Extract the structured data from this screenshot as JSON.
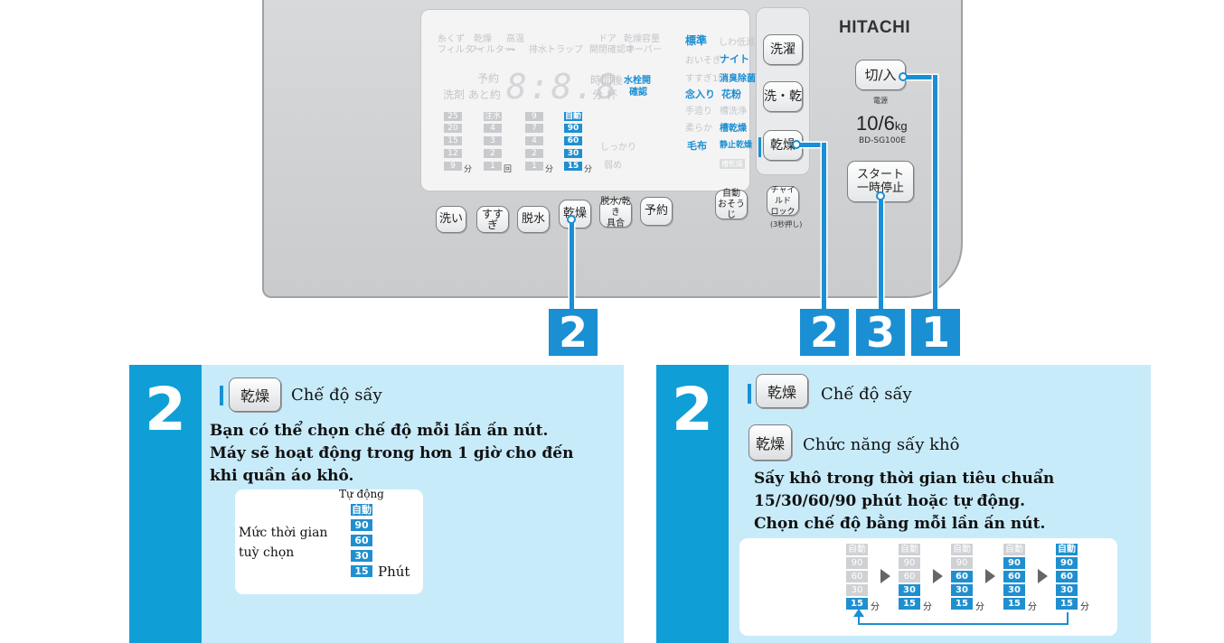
{
  "panel": {
    "brand": "HITACHI",
    "power": {
      "label": "切/入",
      "sub": "電源"
    },
    "capacity": "10/6",
    "capacity_unit": "kg",
    "model": "BD-SG100E",
    "start": {
      "line1": "スタート",
      "line2": "一時停止"
    },
    "course_buttons": [
      "洗濯",
      "洗・乾",
      "乾燥"
    ],
    "bottom_buttons": [
      "洗い",
      "すすぎ",
      "脱水",
      "乾燥",
      "予約"
    ],
    "button_detangle": {
      "line1": "脱水/乾き",
      "line2": "具合"
    },
    "button_autoclean": {
      "line1": "自動",
      "line2": "おそうじ"
    },
    "button_childlock": {
      "line1": "チャイルド",
      "line2": "ロック",
      "note": "(3秒押し)"
    },
    "display": {
      "top_labels": [
        "糸くず",
        "乾燥",
        "高温",
        "ドア",
        "乾燥容量"
      ],
      "top_labels2": [
        "フィルター",
        "フィルター",
        "排水トラップ",
        "開閉確認中",
        "オーバー"
      ],
      "yoyaku": "予約",
      "time_after": "時間後",
      "water_tap": "水栓開",
      "detergent": "洗剤 あと約",
      "minute_cup": "分 杯",
      "confirm": "確認",
      "courses_left": [
        "標準",
        "おいそぎ",
        "すすぎ1回",
        "念入り",
        "手造り",
        "柔らか",
        "毛布"
      ],
      "courses_right": [
        "しわ低減",
        "ナイト",
        "消臭除菌",
        "花粉",
        "槽洗浄",
        "槽乾燥",
        "静止乾燥",
        "槽乾燥"
      ],
      "col1": [
        "25",
        "20",
        "15",
        "12",
        "9"
      ],
      "col1_unit": "分",
      "col2": [
        "注水",
        "4",
        "3",
        "2",
        "1"
      ],
      "col2_unit": "回",
      "col3": [
        "9",
        "7",
        "4",
        "2",
        "1"
      ],
      "col3_unit": "分",
      "col4": [
        "自動",
        "90",
        "60",
        "30",
        "15"
      ],
      "col4_unit": "分",
      "dry_firm": "しっかり",
      "dry_weak": "弱め"
    },
    "callouts": [
      "2",
      "2",
      "3",
      "1"
    ]
  },
  "box_left": {
    "number": "2",
    "key": "乾燥",
    "title": "Chế độ sấy",
    "desc": [
      "Bạn có thể chọn chế độ mỗi lần ấn nút.",
      "Máy sẽ hoạt động trong hơn 1 giờ cho đến",
      "khi quần áo khô."
    ],
    "auto_label": "Tự động",
    "option_label": [
      "Mức thời gian",
      "tuỳ chọn"
    ],
    "times": [
      "自動",
      "90",
      "60",
      "30",
      "15"
    ],
    "minute_label": "Phút"
  },
  "box_right": {
    "number": "2",
    "key": "乾燥",
    "title": "Chế độ sấy",
    "key2": "乾燥",
    "title2": "Chức năng sấy khô",
    "desc": [
      "Sấy khô trong thời gian tiêu chuẩn",
      "15/30/60/90 phút hoặc tự động.",
      "Chọn chế độ bằng mỗi lần ấn nút."
    ],
    "times": [
      "自動",
      "90",
      "60",
      "30",
      "15"
    ],
    "unit": "分"
  },
  "colors": {
    "accent": "#1a8fd3",
    "box_bg": "#c8ebfa",
    "number_bg": "#0f9fd6",
    "panel": "#d2d4d6"
  }
}
